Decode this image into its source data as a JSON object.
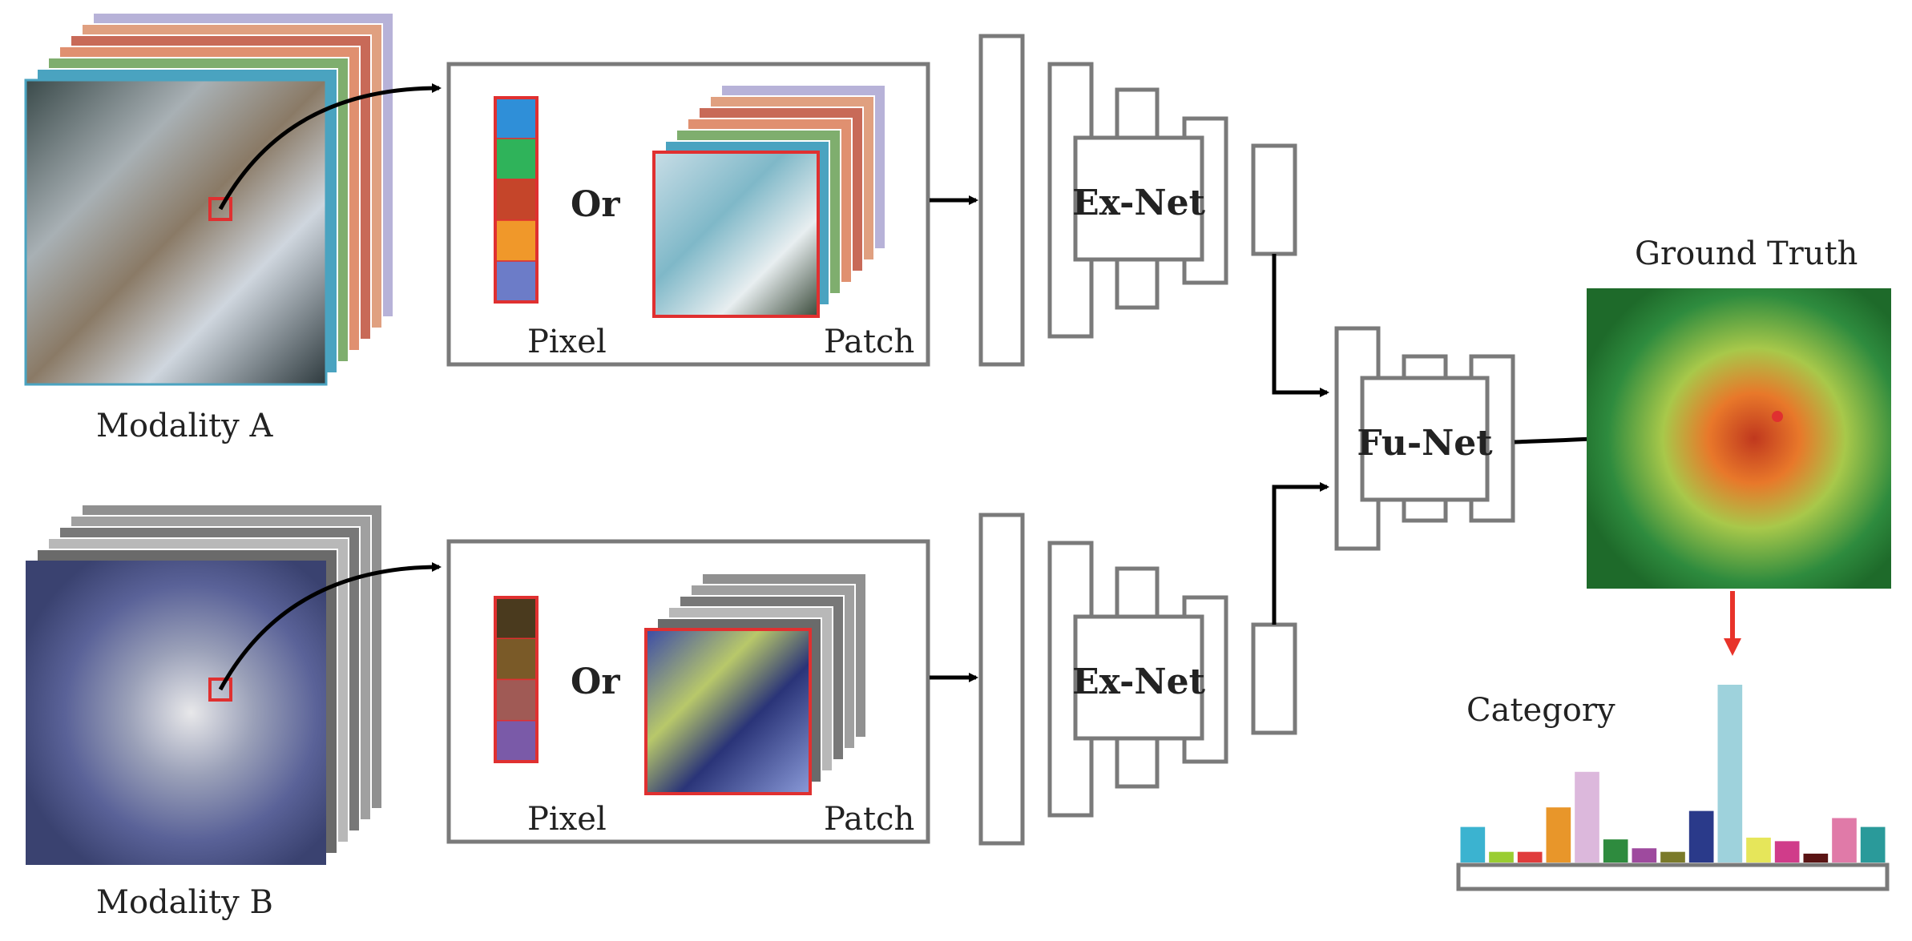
{
  "labels": {
    "modality_a": "Modality A",
    "modality_b": "Modality B",
    "or_a": "Or",
    "or_b": "Or",
    "pixel_a": "Pixel",
    "patch_a": "Patch",
    "pixel_b": "Pixel",
    "patch_b": "Patch",
    "exnet_a": "Ex-Net",
    "exnet_b": "Ex-Net",
    "funet": "Fu-Net",
    "ground_truth": "Ground Truth",
    "category": "Category"
  },
  "colors": {
    "box_stroke": "#7a7a7a",
    "highlight_red": "#e03030",
    "arrow_black": "#000000",
    "arrow_red": "#e8332a"
  },
  "pixel_vectors": {
    "modality_a": [
      "#2f8fd8",
      "#2fb35a",
      "#c5452a",
      "#f0982a",
      "#6c7cc8"
    ],
    "modality_b": [
      "#4a3a1e",
      "#7a5a28",
      "#a05a55",
      "#7a5aa8"
    ]
  },
  "stack_colors": {
    "modality_a": [
      "#b7b2d8",
      "#e0a080",
      "#c86a58",
      "#e09070",
      "#7fae6e",
      "#4aa3c0"
    ],
    "modality_b": [
      "#909090",
      "#a0a0a0",
      "#787878",
      "#b8b8b8",
      "#6a6a6a"
    ]
  },
  "category_bars": [
    {
      "color": "#3bb3d0",
      "value": 0.2
    },
    {
      "color": "#9acd32",
      "value": 0.06
    },
    {
      "color": "#e03c3c",
      "value": 0.06
    },
    {
      "color": "#e8962a",
      "value": 0.31
    },
    {
      "color": "#dcb8dc",
      "value": 0.51
    },
    {
      "color": "#2e8b3e",
      "value": 0.13
    },
    {
      "color": "#9e4a9e",
      "value": 0.08
    },
    {
      "color": "#7a7a2a",
      "value": 0.06
    },
    {
      "color": "#2a3a8a",
      "value": 0.29
    },
    {
      "color": "#9ed2dc",
      "value": 1.0
    },
    {
      "color": "#e6e65a",
      "value": 0.14
    },
    {
      "color": "#d03c8a",
      "value": 0.12
    },
    {
      "color": "#5a1414",
      "value": 0.05
    },
    {
      "color": "#e07aa8",
      "value": 0.25
    },
    {
      "color": "#2a9a9a",
      "value": 0.2
    }
  ]
}
